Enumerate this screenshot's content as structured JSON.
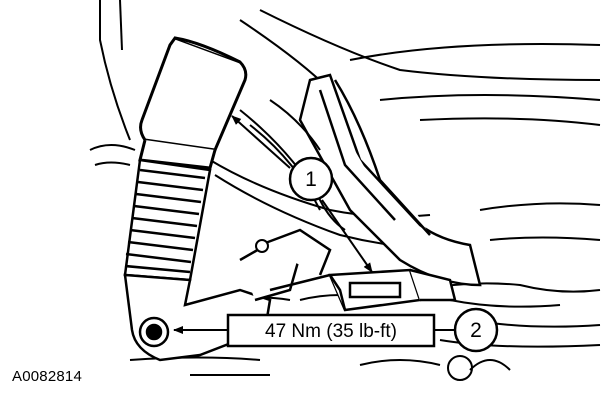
{
  "callouts": [
    {
      "number": "1"
    },
    {
      "number": "2"
    }
  ],
  "torque_label": "47 Nm (35 lb-ft)",
  "figure_id": "A0082814",
  "colors": {
    "line": "#000000",
    "background": "#ffffff"
  }
}
